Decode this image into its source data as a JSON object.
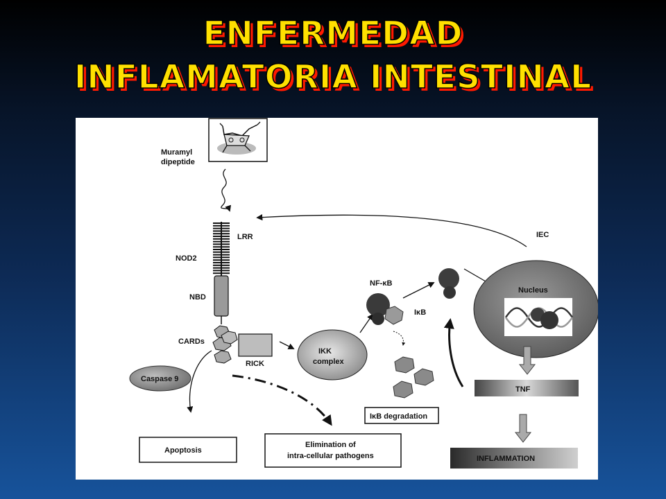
{
  "title": {
    "line1": "ENFERMEDAD",
    "line2": "INFLAMATORIA INTESTINAL"
  },
  "diagram": {
    "muramyl": "Muramyl",
    "dipeptide": "dipeptide",
    "lrr": "LRR",
    "nod2": "NOD2",
    "nbd": "NBD",
    "cards": "CARDs",
    "rick": "RICK",
    "ikk_line1": "IKK",
    "ikk_line2": "complex",
    "nfkb": "NF-κB",
    "ikb": "IκB",
    "ikb_degradation": "IκB degradation",
    "caspase9": "Caspase 9",
    "apoptosis": "Apoptosis",
    "elimination_line1": "Elimination of",
    "elimination_line2": "intra-cellular pathogens",
    "iec": "IEC",
    "nucleus": "Nucleus",
    "tnf": "TNF",
    "inflammation": "INFLAMMATION"
  },
  "colors": {
    "title_fill": "#ffe000",
    "title_shadow": "#ff1a00"
  }
}
